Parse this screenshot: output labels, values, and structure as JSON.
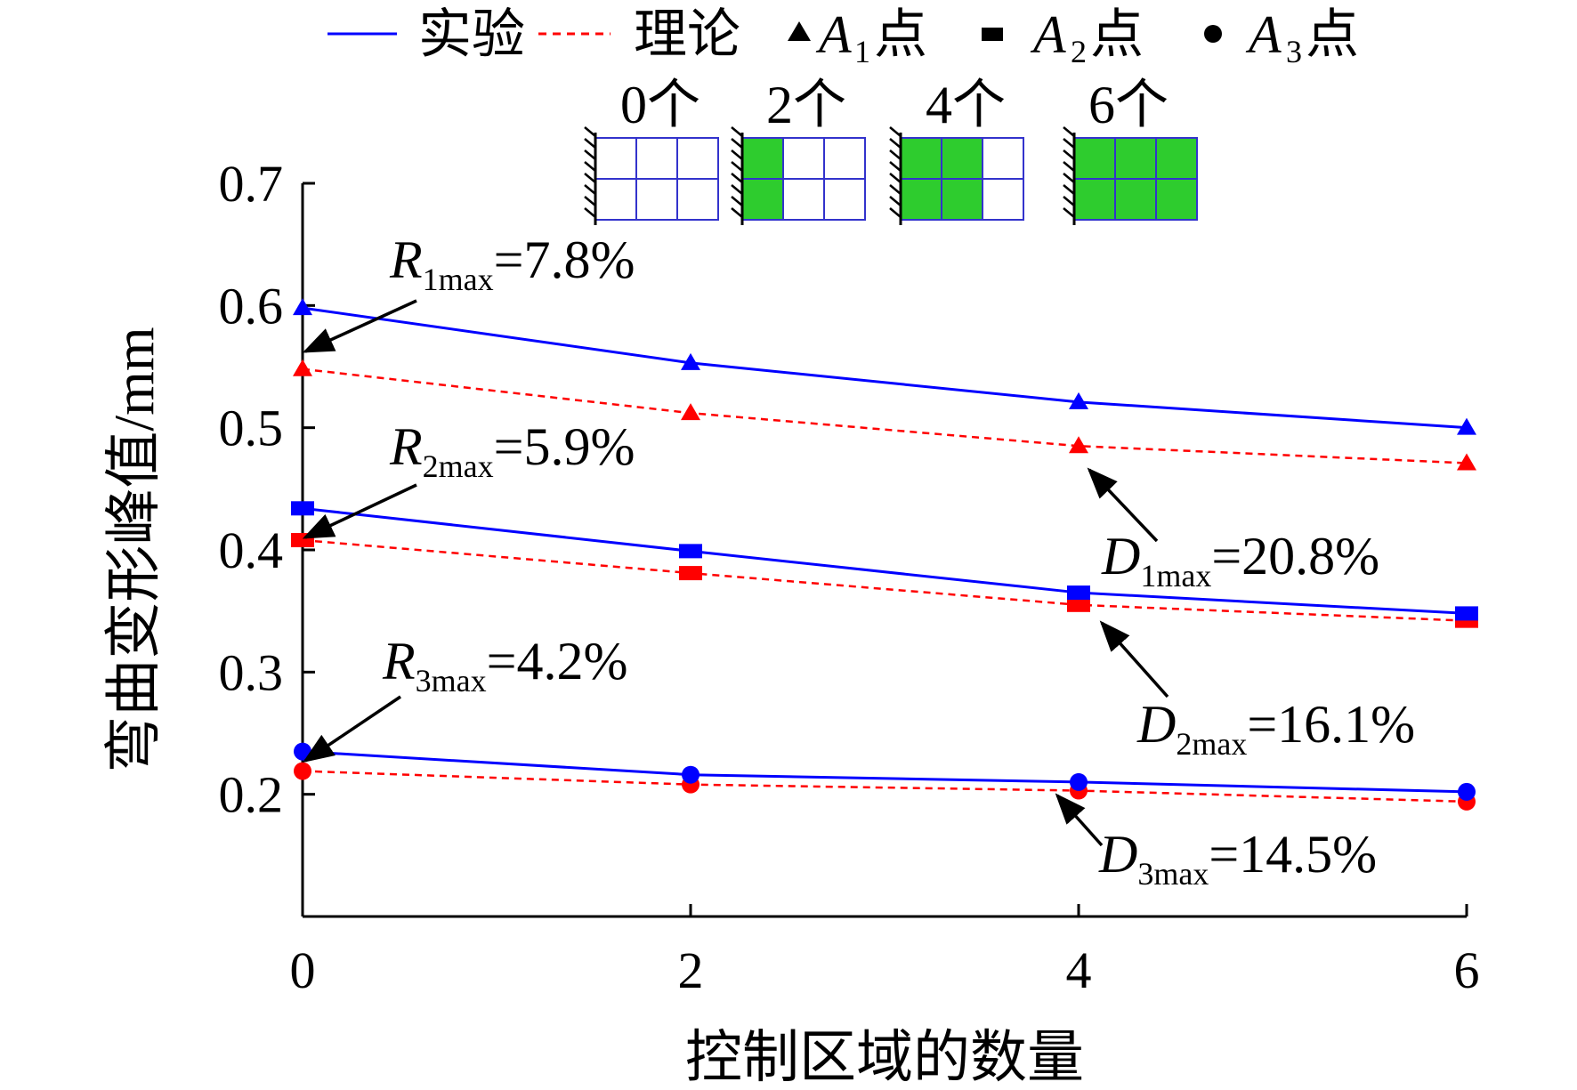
{
  "chart_data": {
    "type": "line",
    "title": "",
    "xlabel": "控制区域的数量",
    "ylabel": "弯曲变形峰值/mm",
    "x": [
      0,
      2,
      4,
      6
    ],
    "x_tick_labels": [
      "0",
      "2",
      "4",
      "6"
    ],
    "y_tick_labels": [
      "0.2",
      "0.3",
      "0.4",
      "0.5",
      "0.6",
      "0.7"
    ],
    "xlim": [
      0,
      6
    ],
    "ylim": [
      0.1,
      0.7
    ],
    "grid": false,
    "legend_position": "top",
    "legend": {
      "experiment": "实验",
      "theory": "理论",
      "point_letter": "A",
      "point_suffix": "点",
      "A1": "1",
      "A2": "2",
      "A3": "3"
    },
    "colors": {
      "experiment": "#0000ff",
      "theory": "#ff0000",
      "filled": "#2ecc2e",
      "cell_border": "#3333cc"
    },
    "series": [
      {
        "point": "A1",
        "marker": "triangle",
        "experiment": [
          0.598,
          0.553,
          0.521,
          0.5
        ],
        "theory": [
          0.548,
          0.512,
          0.485,
          0.471
        ]
      },
      {
        "point": "A2",
        "marker": "square",
        "experiment": [
          0.434,
          0.399,
          0.365,
          0.348
        ],
        "theory": [
          0.408,
          0.381,
          0.355,
          0.342
        ]
      },
      {
        "point": "A3",
        "marker": "circle",
        "experiment": [
          0.235,
          0.216,
          0.21,
          0.202
        ],
        "theory": [
          0.219,
          0.208,
          0.203,
          0.194
        ]
      }
    ],
    "insets": [
      {
        "label": "0个",
        "filled": 0
      },
      {
        "label": "2个",
        "filled": 2
      },
      {
        "label": "4个",
        "filled": 4
      },
      {
        "label": "6个",
        "filled": 6
      }
    ],
    "annotations": [
      {
        "letter": "R",
        "sub": "1max",
        "value": "=7.8%"
      },
      {
        "letter": "R",
        "sub": "2max",
        "value": "=5.9%"
      },
      {
        "letter": "R",
        "sub": "3max",
        "value": "=4.2%"
      },
      {
        "letter": "D",
        "sub": "1max",
        "value": "=20.8%"
      },
      {
        "letter": "D",
        "sub": "2max",
        "value": "=16.1%"
      },
      {
        "letter": "D",
        "sub": "3max",
        "value": "=14.5%"
      }
    ]
  }
}
